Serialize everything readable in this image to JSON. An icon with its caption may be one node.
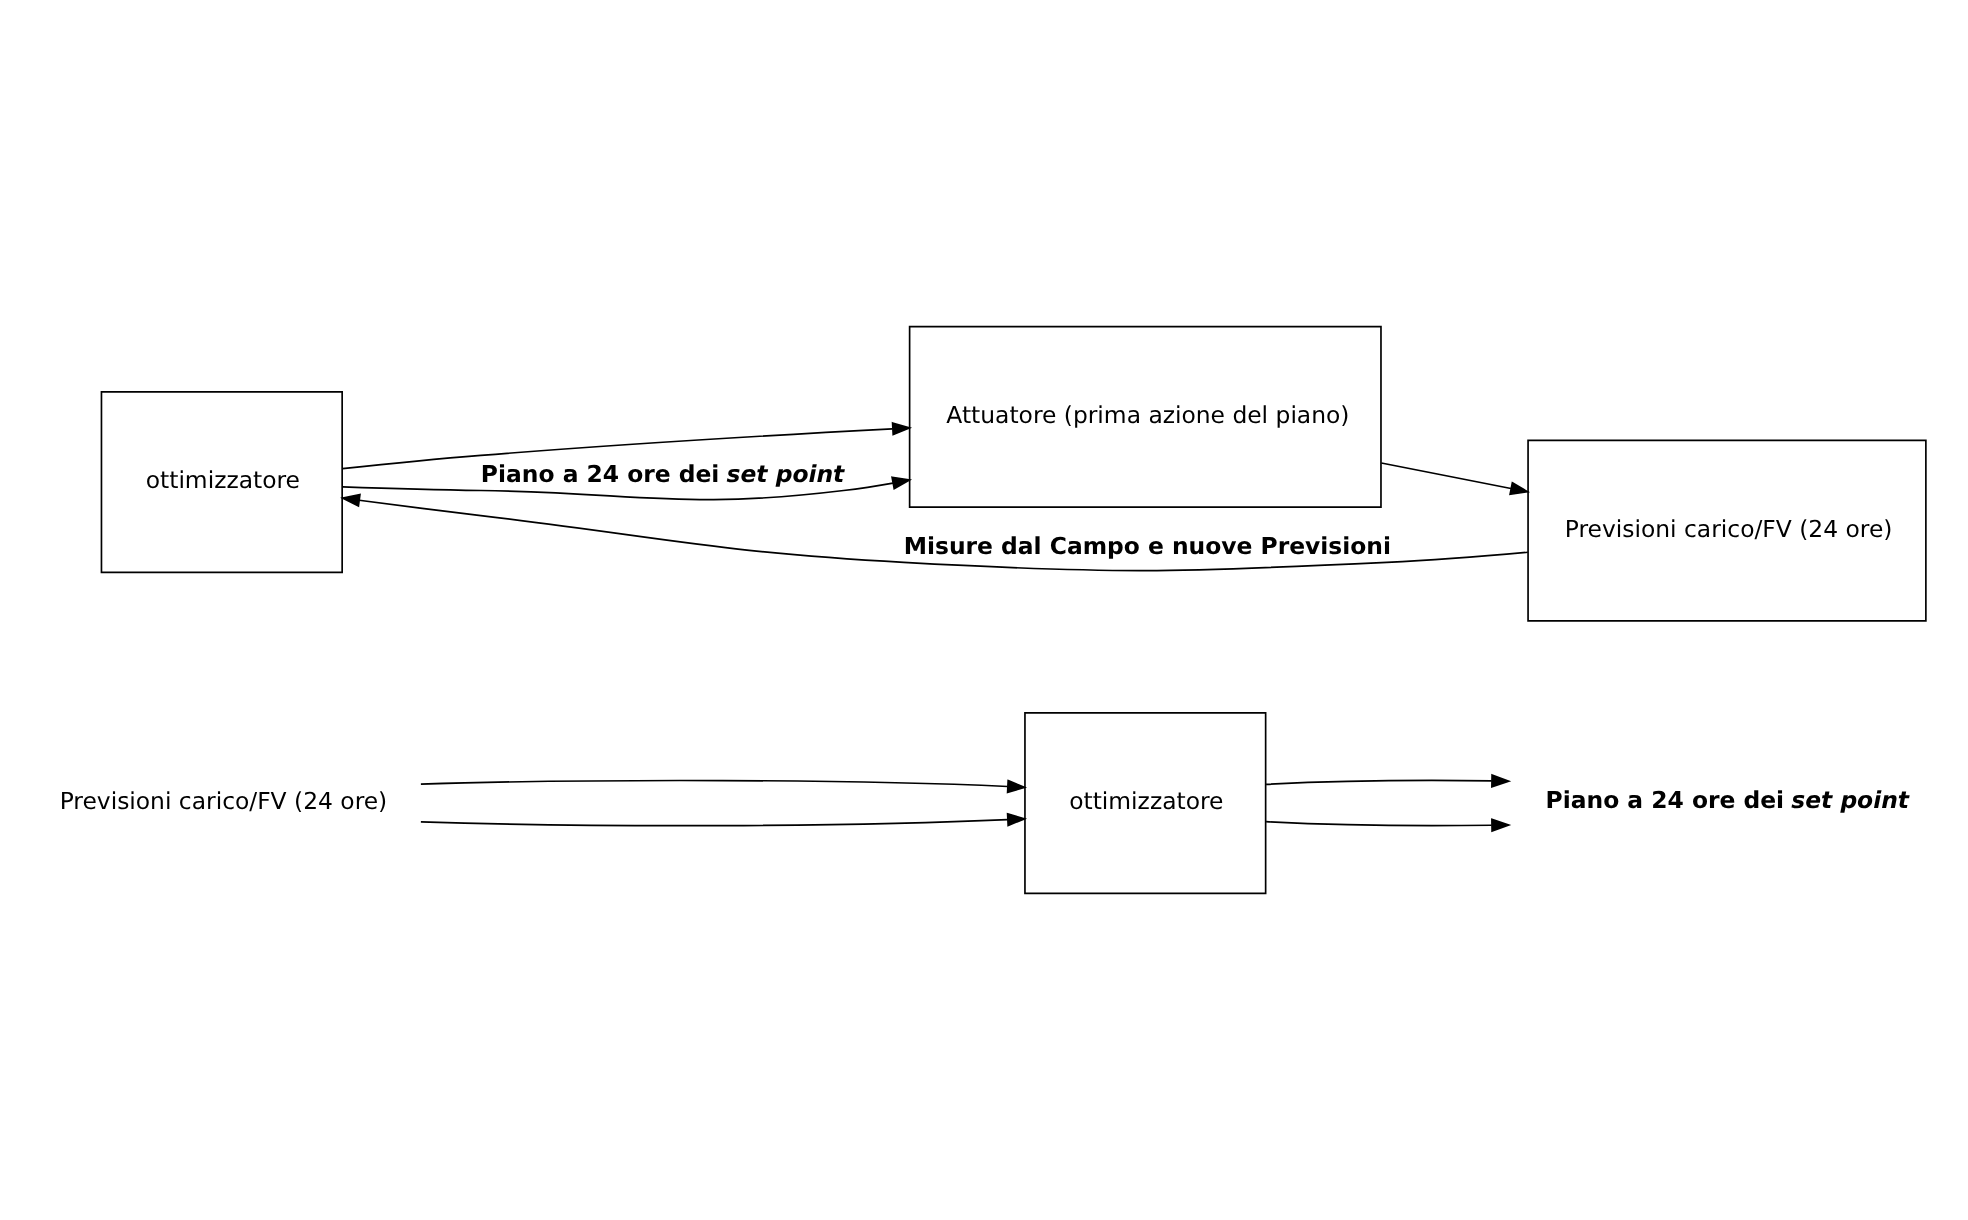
{
  "diagram": {
    "nodes": [
      {
        "text": [
          "Previsioni carico/FV (24 ore)"
        ]
      },
      {
        "text": [
          "ottimizzatore"
        ]
      },
      {
        "text": [
          "Piano a 24 ore dei *set point*"
        ]
      },
      {
        "text": [
          "ottimizzatore"
        ]
      },
      {
        "text": [
          "Attuatore (prima azione del piano)"
        ]
      },
      {
        "text": [
          "Previsioni carico/FV (24 ore)"
        ]
      }
    ],
    "edges": [
      {
        "from": 0,
        "to": 1,
        "arrow": "to"
      },
      {
        "from": 0,
        "to": 1,
        "arrow": "to"
      },
      {
        "from": 1,
        "to": 2,
        "arrow": "to"
      },
      {
        "from": 1,
        "to": 2,
        "arrow": "to"
      },
      {
        "from": 3,
        "to": 4,
        "arrow": "to"
      },
      {
        "from": 3,
        "to": 4,
        "arrow": "to",
        "label": "Piano a 24 ore dei *set point*"
      },
      {
        "from": 5,
        "to": 3,
        "arrow": "to",
        "label": "Misure dal Campo e nuove Previsioni"
      },
      {
        "from": 4,
        "to": 5,
        "arrow": "to"
      }
    ]
  }
}
